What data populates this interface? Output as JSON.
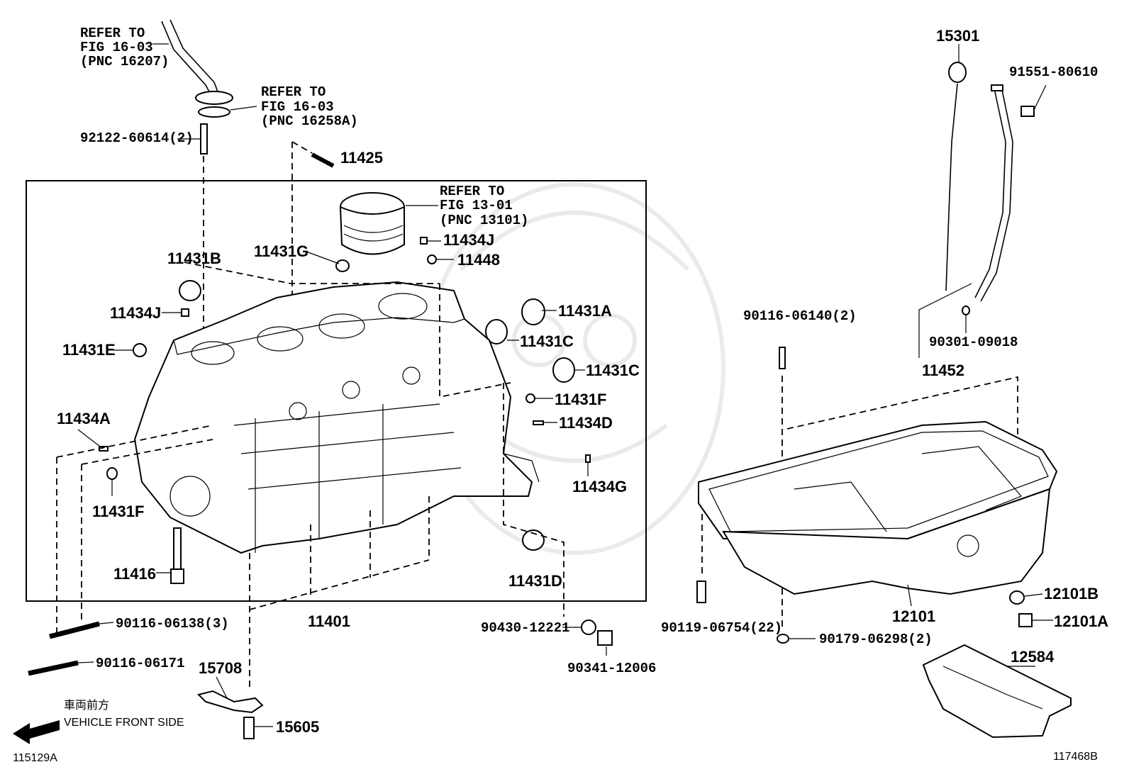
{
  "diagram": {
    "refs": {
      "ref1": [
        "REFER TO",
        "FIG 16-03",
        "(PNC 16207)"
      ],
      "ref2": [
        "REFER TO",
        "FIG 16-03",
        "(PNC 16258A)"
      ],
      "ref3": [
        "REFER TO",
        "FIG 13-01",
        "(PNC 13101)"
      ]
    },
    "parts": {
      "p_92122": "92122-60614(2)",
      "p_11425": "11425",
      "p_11431B": "11431B",
      "p_11431G": "11431G",
      "p_11434J_a": "11434J",
      "p_11434J_b": "11434J",
      "p_11448": "11448",
      "p_11431A": "11431A",
      "p_11431C_a": "11431C",
      "p_11431C_b": "11431C",
      "p_11431E": "11431E",
      "p_11431F_a": "11431F",
      "p_11431F_b": "11431F",
      "p_11434D": "11434D",
      "p_11434A": "11434A",
      "p_11434G": "11434G",
      "p_11416": "11416",
      "p_11431D": "11431D",
      "p_11401": "11401",
      "p_90116_06138": "90116-06138(3)",
      "p_90116_06171": "90116-06171",
      "p_15708": "15708",
      "p_15605": "15605",
      "p_90430": "90430-12221",
      "p_90341": "90341-12006",
      "p_15301": "15301",
      "p_91551": "91551-80610",
      "p_90301": "90301-09018",
      "p_11452": "11452",
      "p_90116_06140": "90116-06140(2)",
      "p_12101": "12101",
      "p_12101B": "12101B",
      "p_12101A": "12101A",
      "p_90119": "90119-06754(22)",
      "p_90179": "90179-06298(2)",
      "p_12584": "12584"
    },
    "front_jp": "車両前方",
    "front_en": "VEHICLE FRONT SIDE",
    "code_left": "115129A",
    "code_right": "117468B"
  }
}
